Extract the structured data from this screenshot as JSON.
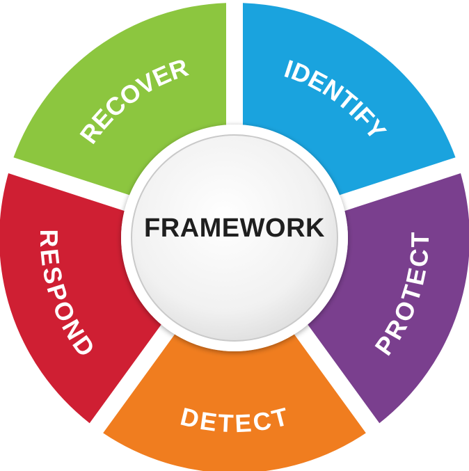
{
  "hub": {
    "title": "FRAMEWORK"
  },
  "segments": [
    {
      "key": "identify",
      "label": "IDENTIFY",
      "color": "#1aa3de"
    },
    {
      "key": "protect",
      "label": "PROTECT",
      "color": "#7a3f8e"
    },
    {
      "key": "detect",
      "label": "DETECT",
      "color": "#f07d1f"
    },
    {
      "key": "respond",
      "label": "RESPOND",
      "color": "#cf1f33"
    },
    {
      "key": "recover",
      "label": "RECOVER",
      "color": "#8cc63f"
    }
  ]
}
